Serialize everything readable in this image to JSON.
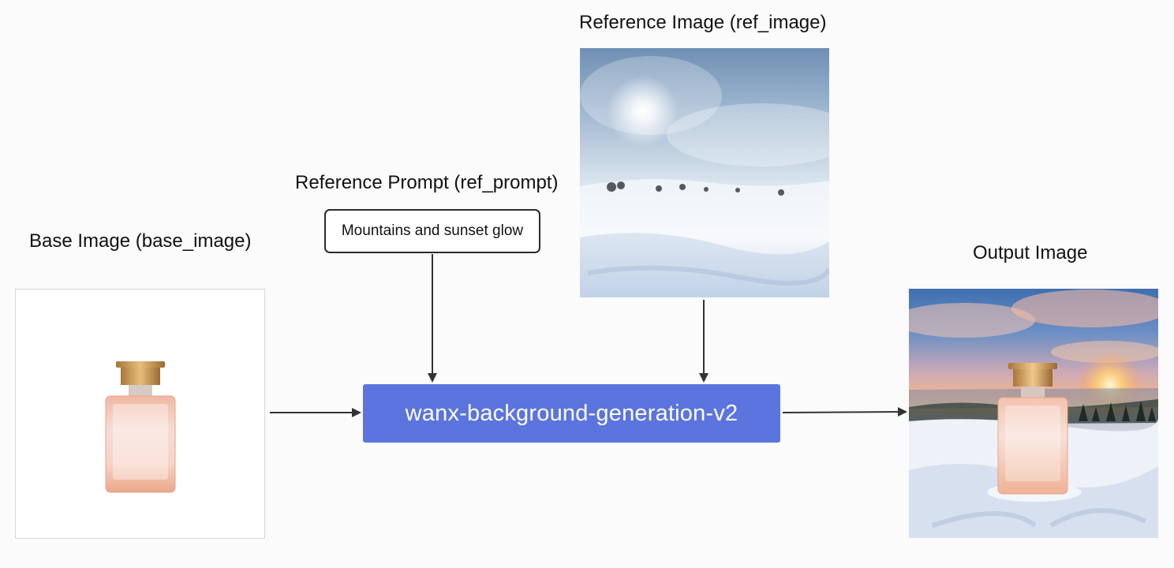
{
  "labels": {
    "base_image": "Base Image (base_image)",
    "ref_prompt": "Reference Prompt (ref_prompt)",
    "ref_image": "Reference Image (ref_image)",
    "output_image": "Output Image"
  },
  "prompt_text": "Mountains and sunset glow",
  "model_name": "wanx-background-generation-v2",
  "colors": {
    "model_box": "#5b74de",
    "arrow": "#333333"
  },
  "icons": {
    "base_image": "perfume-bottle-icon",
    "ref_image": "snow-landscape-picture",
    "output_image": "perfume-sunset-picture"
  }
}
